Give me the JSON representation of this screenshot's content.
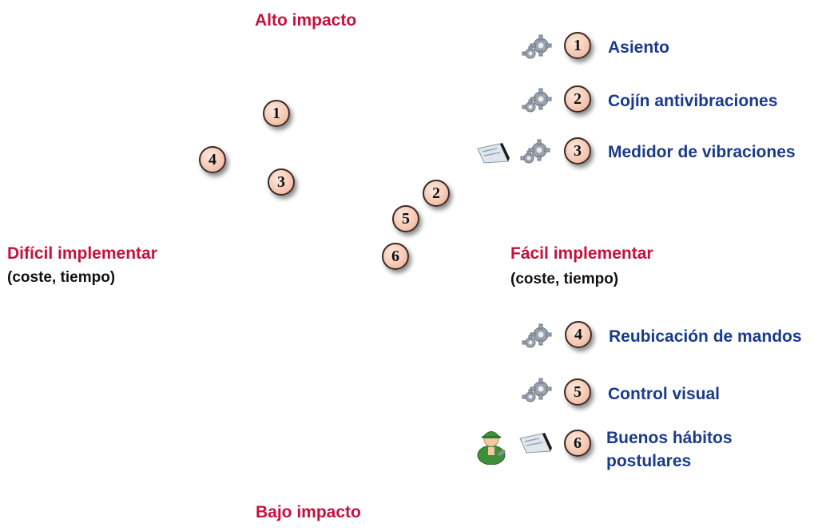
{
  "axes": {
    "top": "Alto impacto",
    "bottom": "Bajo impacto",
    "left": "Difícil implementar",
    "left_sub": "(coste, tiempo)",
    "right": "Fácil implementar",
    "right_sub": "(coste, tiempo)"
  },
  "points": [
    {
      "number": "1",
      "label": "Asiento",
      "impact_level": "high",
      "ease": "hard"
    },
    {
      "number": "2",
      "label": "Cojín antivibraciones",
      "impact_level": "medium",
      "ease": "medium"
    },
    {
      "number": "3",
      "label": "Medidor de vibraciones",
      "impact_level": "high",
      "ease": "hard"
    },
    {
      "number": "4",
      "label": "Reubicación de mandos",
      "impact_level": "high",
      "ease": "hard"
    },
    {
      "number": "5",
      "label": "Control visual",
      "impact_level": "medium",
      "ease": "medium"
    },
    {
      "number": "6",
      "label": "Buenos hábitos postulares",
      "impact_level": "medium",
      "ease": "medium"
    }
  ],
  "legend": [
    {
      "number": "1",
      "label": "Asiento",
      "icons": [
        "gears-icon"
      ]
    },
    {
      "number": "2",
      "label": "Cojín antivibraciones",
      "icons": [
        "gears-icon"
      ]
    },
    {
      "number": "3",
      "label": "Medidor de vibraciones",
      "icons": [
        "sign-icon",
        "gears-icon"
      ]
    },
    {
      "number": "4",
      "label": "Reubicación de mandos",
      "icons": [
        "gears-icon"
      ]
    },
    {
      "number": "5",
      "label": "Control visual",
      "icons": [
        "gears-icon"
      ]
    },
    {
      "number": "6",
      "label_line1": "Buenos hábitos",
      "label_line2": "postulares",
      "icons": [
        "worker-icon",
        "sign-icon"
      ]
    }
  ]
}
